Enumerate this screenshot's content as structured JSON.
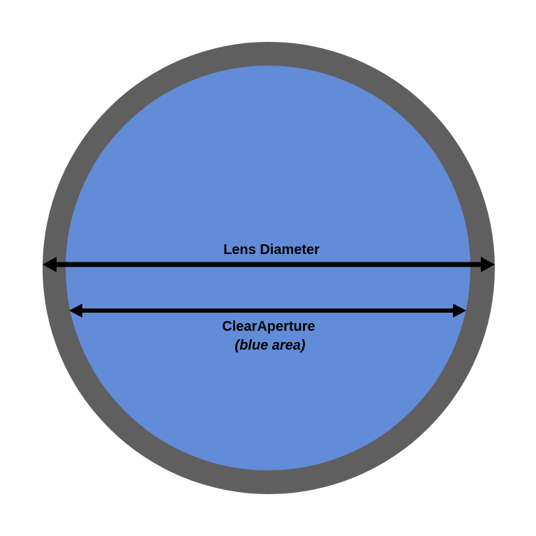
{
  "diagram": {
    "lens_diameter_label": "Lens Diameter",
    "clear_aperture_label": "ClearAperture",
    "clear_aperture_note": "(blue area)"
  },
  "colors": {
    "rim": "#5f5f5f",
    "aperture": "#628cd8",
    "arrow": "#000000"
  }
}
